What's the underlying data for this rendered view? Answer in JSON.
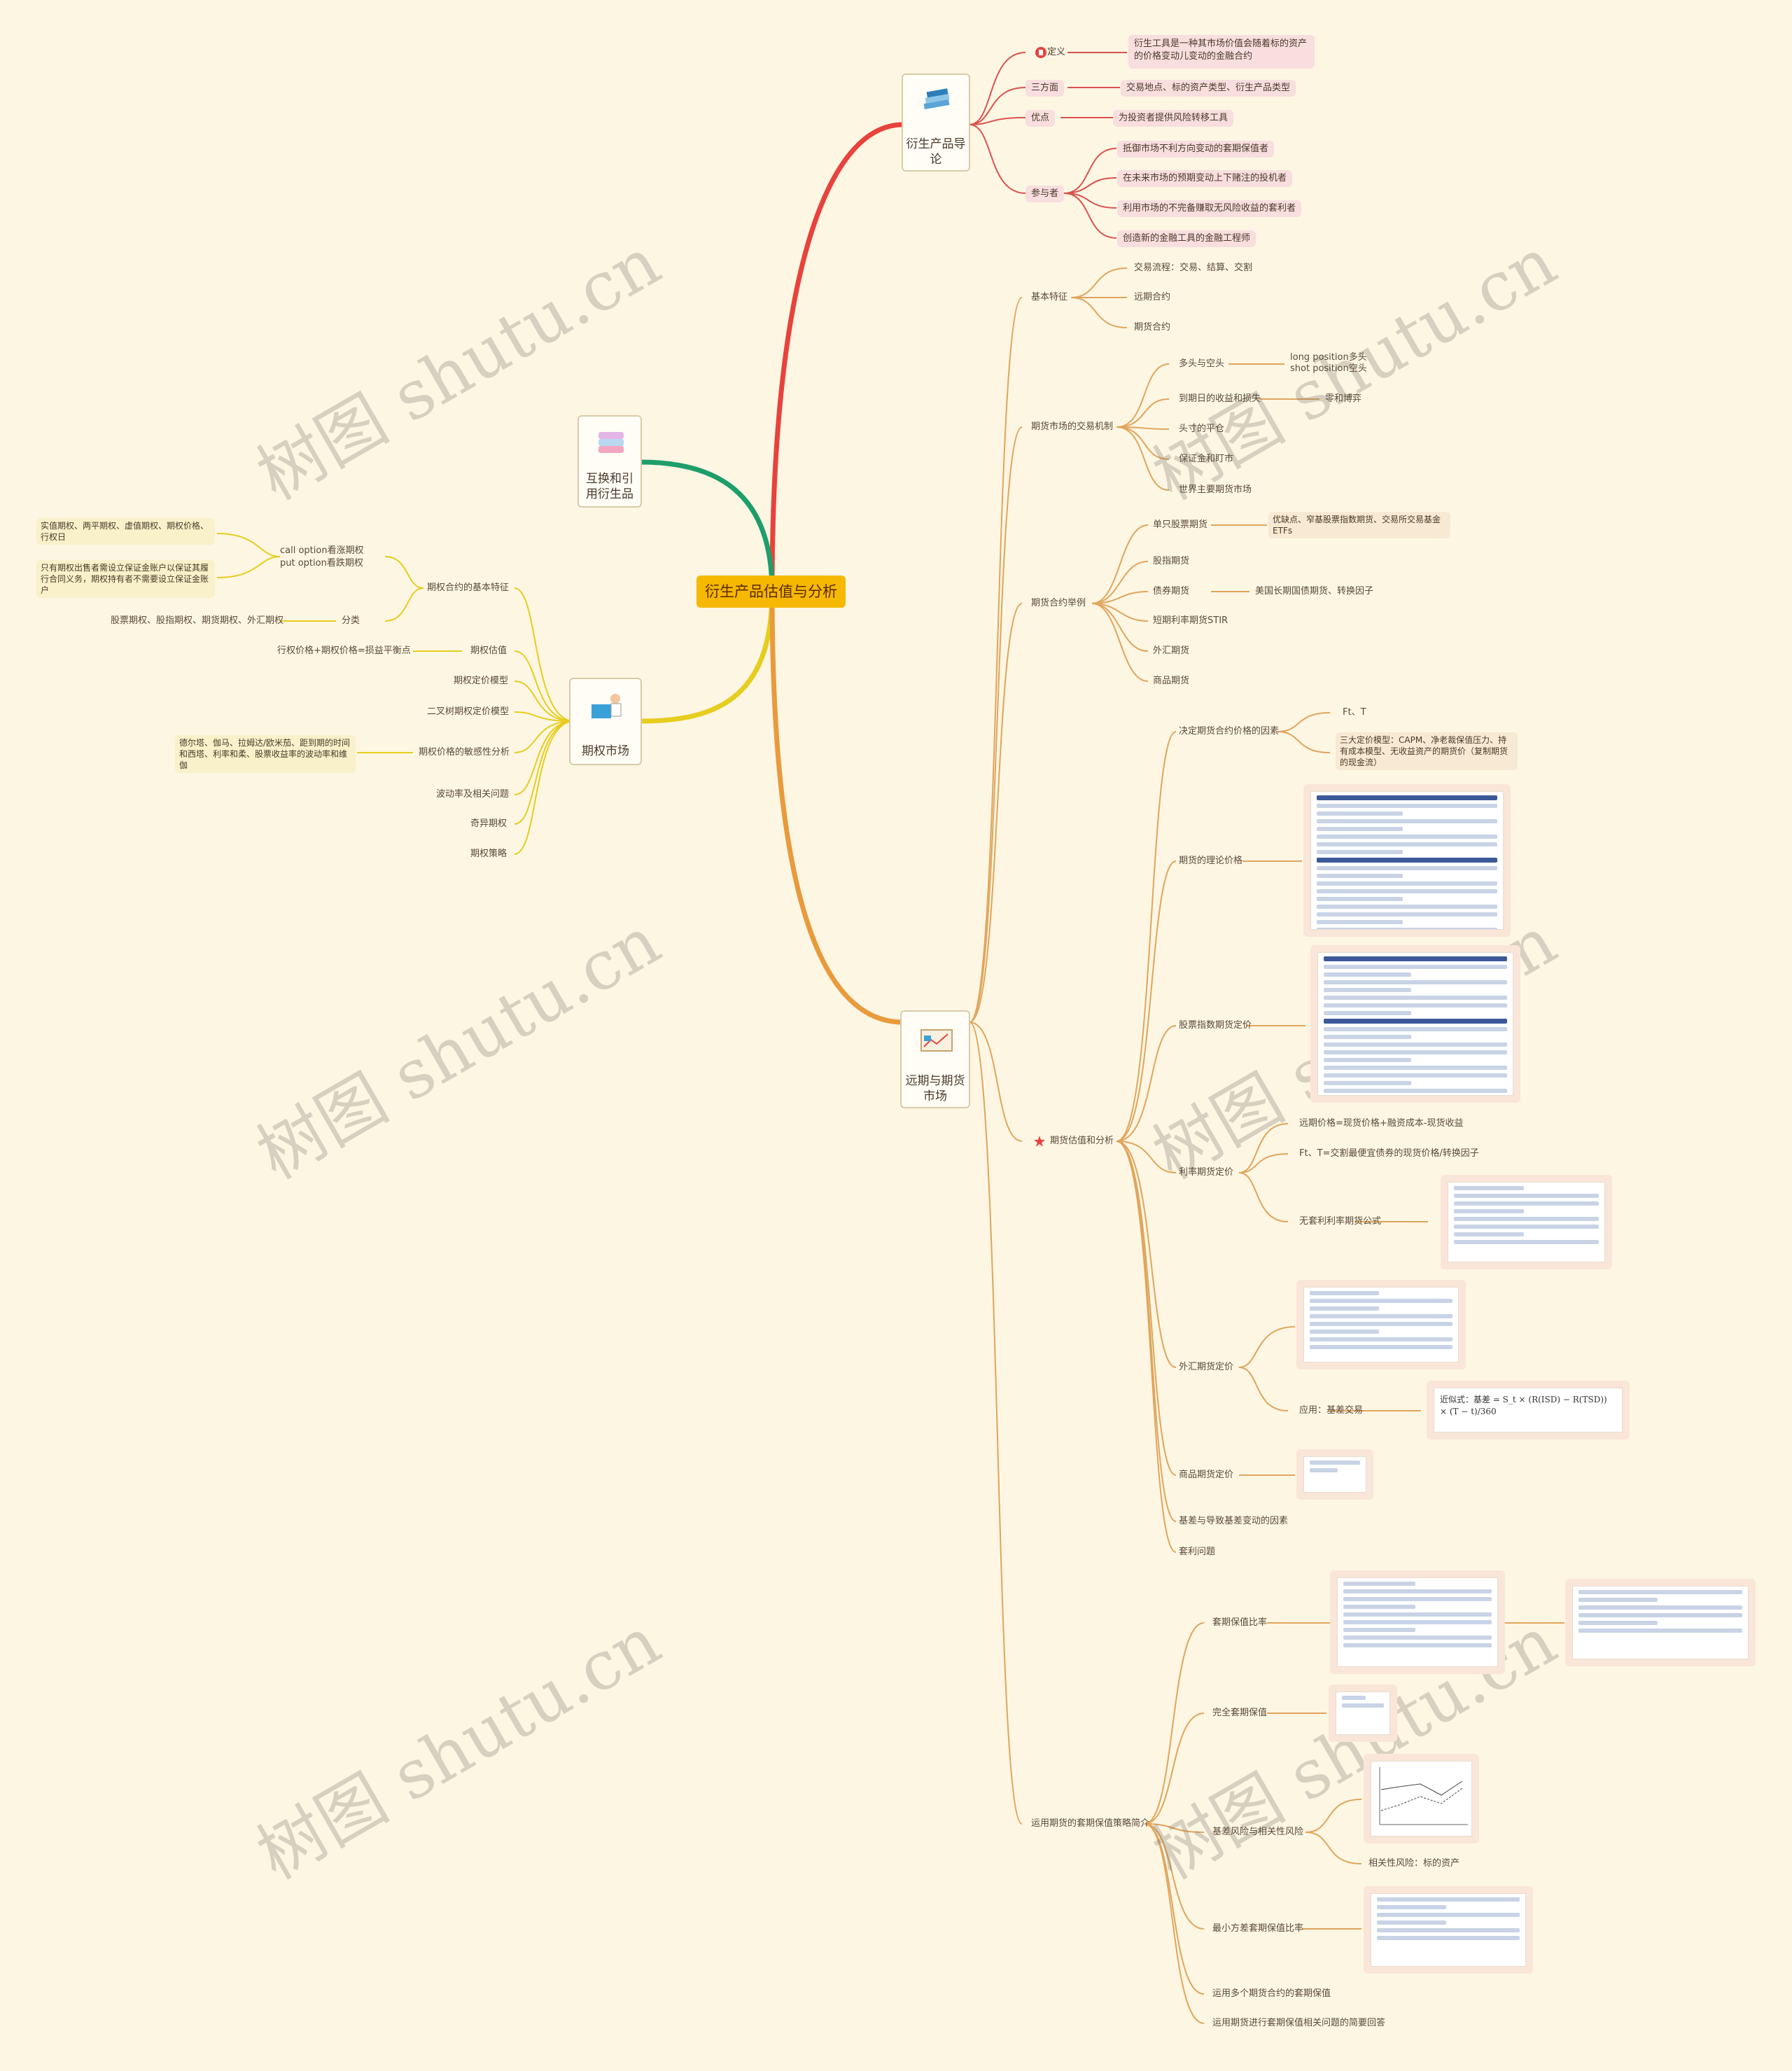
{
  "center": "衍生产品估值与分析",
  "branches": {
    "intro": {
      "title": "衍生产品导论",
      "definition_label": "定义",
      "definition_text": "衍生工具是一种其市场价值会随着标的资产的价格变动儿变动的金融合约",
      "three_aspects_label": "三方面",
      "three_aspects_text": "交易地点、标的资产类型、衍生产品类型",
      "advantage_label": "优点",
      "advantage_text": "为投资者提供风险转移工具",
      "participants_label": "参与者",
      "participants": [
        "抵御市场不利方向变动的套期保值者",
        "在未来市场的预期变动上下赌注的投机者",
        "利用市场的不完备赚取无风险收益的套利者",
        "创造新的金融工具的金融工程师"
      ]
    },
    "swap": {
      "title": "互换和引用衍生品"
    },
    "options": {
      "title": "期权市场",
      "basic_features": "期权合约的基本特征",
      "call_put": "call option看涨期权\nput option看跌期权",
      "call_put_desc1": "实值期权、两平期权、虚值期权、期权价格、行权日",
      "call_put_desc2": "只有期权出售者需设立保证金账户以保证其履行合同义务，期权持有者不需要设立保证金账户",
      "classification": "分类",
      "classification_desc": "股票期权、股指期权、期货期权、外汇期权",
      "valuation": "期权估值",
      "valuation_desc": "行权价格+期权价格=损益平衡点",
      "pricing_model": "期权定价模型",
      "binomial": "二叉树期权定价模型",
      "sensitivity": "期权价格的敏感性分析",
      "sensitivity_desc": "德尔塔、伽马、拉姆达/欧米茄、距到期的时间和西塔、利率和柔、股票收益率的波动率和维伽",
      "volatility": "波动率及相关问题",
      "exotic": "奇异期权",
      "strategy": "期权策略"
    },
    "forwards": {
      "title": "远期与期货市场",
      "basic": "基本特征",
      "basic_items": [
        "交易流程：交易、结算、交割",
        "远期合约",
        "期货合约"
      ],
      "mechanism": "期货市场的交易机制",
      "long_short": "多头与空头",
      "long_short_desc": "long position多头\nshot position空头",
      "profit_loss": "到期日的收益和损失",
      "profit_loss_desc": "零和博弈",
      "close": "头寸的平仓",
      "margin": "保证金和盯市",
      "major_markets": "世界主要期货市场",
      "examples": "期货合约举例",
      "single_stock": "单只股票期货",
      "single_stock_desc": "优缺点、窄基股票指数期货、交易所交易基金ETFs",
      "index": "股指期货",
      "bond": "债券期货",
      "bond_desc": "美国长期国债期货、转换因子",
      "stir": "短期利率期货STIR",
      "fx": "外汇期货",
      "commodity": "商品期货",
      "valuation": "期货估值和分析",
      "factors": "决定期货合约价格的因素",
      "factors_a": "Ft、T",
      "factors_b": "三大定价模型：CAPM、净老裁保值压力、持有成本模型、无收益资产的期货价（复制期货的现金流）",
      "theoretical": "期货的理论价格",
      "stock_index_pricing": "股票指数期货定价",
      "rate_pricing": "利率期货定价",
      "rate_a": "远期价格=现货价格+融资成本-现货收益",
      "rate_b": "Ft、T=交割最便宜债券的现货价格/转换因子",
      "rate_c": "无套利利率期货公式",
      "fx_pricing": "外汇期货定价",
      "fx_app": "应用：基差交易",
      "fx_formula": "近似式：基差 = S_t × (R(ISD) − R(TSD)) × (T − t)/360",
      "commodity_pricing": "商品期货定价",
      "basis": "基差与导致基差变动的因素",
      "arbitrage": "套利问题",
      "hedging": "运用期货的套期保值策略简介",
      "hedge_ratio": "套期保值比率",
      "full_hedge": "完全套期保值",
      "basis_risk": "基差风险与相关性风险",
      "corr_risk": "相关性风险：标的资产",
      "min_var": "最小方差套期保值比率",
      "multi": "运用多个期货合约的套期保值",
      "qa": "运用期货进行套期保值相关问题的简要回答"
    }
  },
  "watermark": "树图 shutu.cn",
  "colors": {
    "background": "#fdf6e3",
    "center": "#f6b800",
    "branch_intro": "#e8423c",
    "branch_swap": "#1e9e6a",
    "branch_options": "#e6cd1e",
    "branch_forwards": "#e89a3c"
  }
}
